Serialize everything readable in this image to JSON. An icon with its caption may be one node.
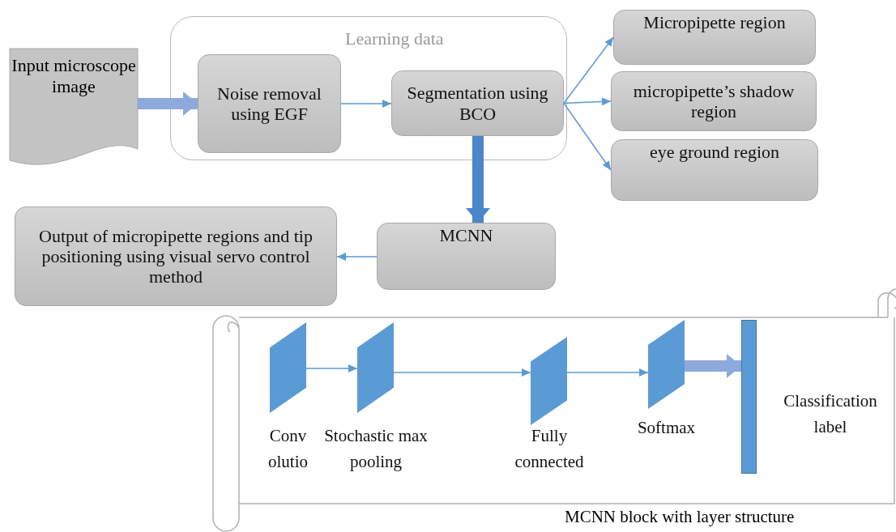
{
  "diagram": {
    "nodes": [
      {
        "text": [
          "Input microscope image"
        ]
      },
      {
        "text": [
          "Learning data"
        ]
      },
      {
        "text": [
          "Noise removal using EGF"
        ],
        "in": 1
      },
      {
        "text": [
          "Segmentation using BCO"
        ],
        "in": 1
      },
      {
        "text": [
          "Micropipette region"
        ]
      },
      {
        "text": [
          "micropipette’s shadow region"
        ]
      },
      {
        "text": [
          "eye ground region"
        ]
      },
      {
        "text": [
          "MCNN"
        ]
      },
      {
        "text": [
          "Output of micropipette regions and tip positioning using visual servo control method"
        ]
      },
      {
        "text": [
          "MCNN block with layer structure"
        ]
      },
      {
        "text": [],
        "shape": "parallelogram",
        "beside": [
          "Conv olutio"
        ],
        "in": 9
      },
      {
        "text": [],
        "shape": "parallelogram",
        "beside": [
          "Stochastic max pooling"
        ],
        "in": 9
      },
      {
        "text": [],
        "shape": "parallelogram",
        "beside": [
          "Fully connected"
        ],
        "in": 9
      },
      {
        "text": [],
        "shape": "parallelogram",
        "beside": [
          "Softmax"
        ],
        "in": 9
      },
      {
        "text": [],
        "shape": "bar",
        "beside": [
          "Classification label"
        ],
        "in": 9
      }
    ],
    "edges": [
      {
        "from": 0,
        "to": 2,
        "arrow": "to",
        "style": "thick",
        "color": "#8ea9db"
      },
      {
        "from": 2,
        "to": 3,
        "arrow": "to"
      },
      {
        "from": 3,
        "to": 4,
        "arrow": "to"
      },
      {
        "from": 3,
        "to": 5,
        "arrow": "to"
      },
      {
        "from": 3,
        "to": 6,
        "arrow": "to"
      },
      {
        "from": 3,
        "to": 7,
        "arrow": "to",
        "style": "thick",
        "color": "#4a86c8"
      },
      {
        "from": 7,
        "to": 8,
        "arrow": "to"
      },
      {
        "from": 10,
        "to": 11,
        "arrow": "to"
      },
      {
        "from": 11,
        "to": 12,
        "arrow": "to"
      },
      {
        "from": 12,
        "to": 13,
        "arrow": "to"
      },
      {
        "from": 13,
        "to": 14,
        "arrow": "to",
        "style": "thick",
        "color": "#8ea9db"
      }
    ]
  }
}
